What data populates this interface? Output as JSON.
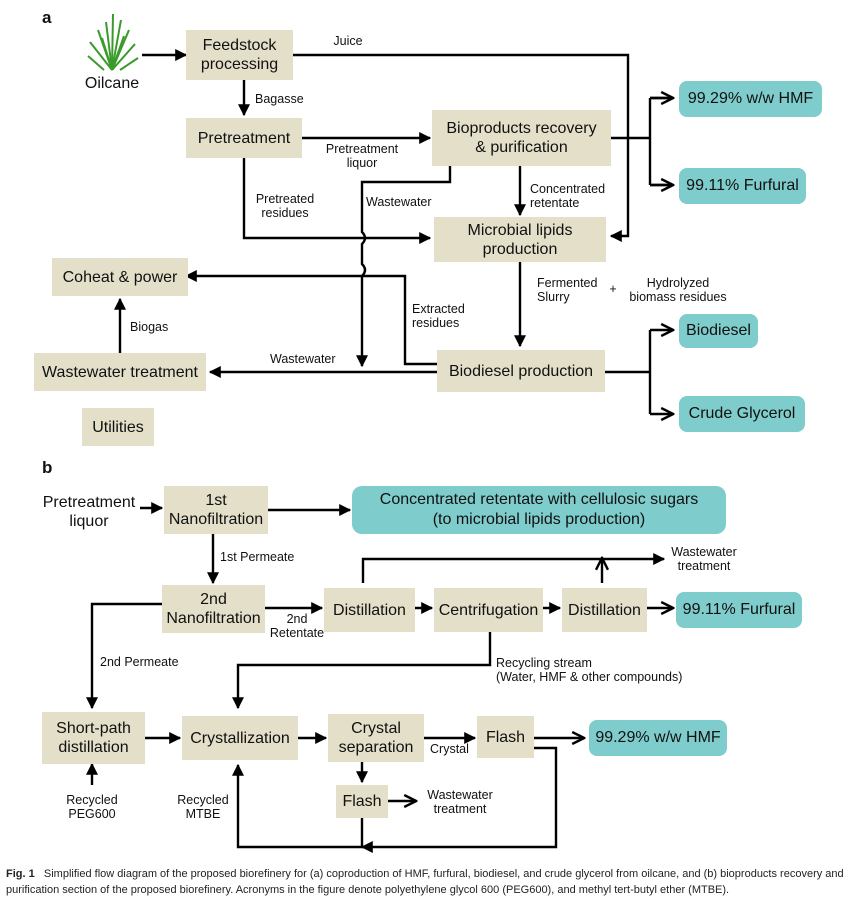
{
  "panels": {
    "a": "a",
    "b": "b"
  },
  "panel_a": {
    "oilcane": "Oilcane",
    "feedstock": "Feedstock\nprocessing",
    "pretreatment": "Pretreatment",
    "bioproducts": "Bioproducts recovery\n& purification",
    "microbial": "Microbial lipids\nproduction",
    "coheat": "Coheat & power",
    "wastewater_treatment": "Wastewater treatment",
    "biodiesel_production": "Biodiesel production",
    "utilities": "Utilities",
    "out_hmf": "99.29% w/w HMF",
    "out_furfural": "99.11% Furfural",
    "out_biodiesel": "Biodiesel",
    "out_glycerol": "Crude Glycerol",
    "lbl_juice": "Juice",
    "lbl_bagasse": "Bagasse",
    "lbl_pretreatment_liquor": "Pretreatment\nliquor",
    "lbl_pretreated_residues": "Pretreated\nresidues",
    "lbl_wastewater1": "Wastewater",
    "lbl_concentrated_retentate": "Concentrated\nretentate",
    "lbl_fermented_slurry": "Fermented\nSlurry",
    "lbl_plus": "+",
    "lbl_hydrolyzed": "Hydrolyzed\nbiomass residues",
    "lbl_extracted_residues": "Extracted\nresidues",
    "lbl_biogas": "Biogas",
    "lbl_wastewater2": "Wastewater"
  },
  "panel_b": {
    "pretreatment_liquor": "Pretreatment\nliquor",
    "nf1": "1st\nNanofiltration",
    "concentrated_out": "Concentrated retentate with cellulosic sugars\n(to microbial lipids production)",
    "lbl_1st_permeate": "1st Permeate",
    "lbl_ww_treatment_top": "Wastewater\ntreatment",
    "nf2": "2nd\nNanofiltration",
    "lbl_2nd_retentate": "2nd\nRetentate",
    "distillation1": "Distillation",
    "centrifugation": "Centrifugation",
    "distillation2": "Distillation",
    "out_furfural": "99.11% Furfural",
    "lbl_2nd_permeate": "2nd Permeate",
    "lbl_recycling_stream": "Recycling stream\n(Water, HMF & other compounds)",
    "short_path": "Short-path\ndistillation",
    "crystallization": "Crystallization",
    "crystal_separation": "Crystal\nseparation",
    "lbl_crystal": "Crystal",
    "flash1": "Flash",
    "out_hmf": "99.29% w/w HMF",
    "lbl_recycled_peg": "Recycled\nPEG600",
    "lbl_recycled_mtbe": "Recycled\nMTBE",
    "flash2": "Flash",
    "lbl_ww_treatment_bottom": "Wastewater\ntreatment"
  },
  "caption": {
    "fig_label": "Fig. 1",
    "text": "Simplified flow diagram of the proposed biorefinery for (a) coproduction of HMF, furfural, biodiesel, and crude glycerol from oilcane, and (b) bioproducts recovery and purification section of the proposed biorefinery. Acronyms in the figure denote polyethylene glycol 600 (PEG600), and methyl tert-butyl ether (MTBE)."
  },
  "colors": {
    "process_box": "#e4dfc9",
    "output_box": "#7fcccc",
    "arrow": "#000000",
    "plant": "#3a9a2a"
  }
}
